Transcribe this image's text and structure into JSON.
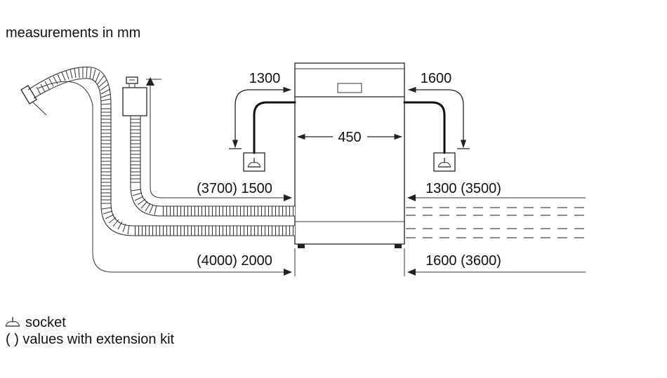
{
  "title": "measurements in mm",
  "dimensions": {
    "left_upper": "1300",
    "right_upper": "1600",
    "width": "450",
    "water_inlet_left": "(3700) 1500",
    "water_inlet_right": "1300 (3500)",
    "drain_left": "(4000) 2000",
    "drain_right": "1600 (3600)"
  },
  "legend": {
    "socket_symbol": "⏚",
    "socket_label": "socket",
    "extension_label": "( ) values with extension kit"
  },
  "icons": [
    "socket-icon",
    "drain-hose-icon",
    "water-inlet-hose-icon",
    "aquastop-valve-icon"
  ],
  "colors": {
    "line": "#222222",
    "background": "#ffffff"
  }
}
